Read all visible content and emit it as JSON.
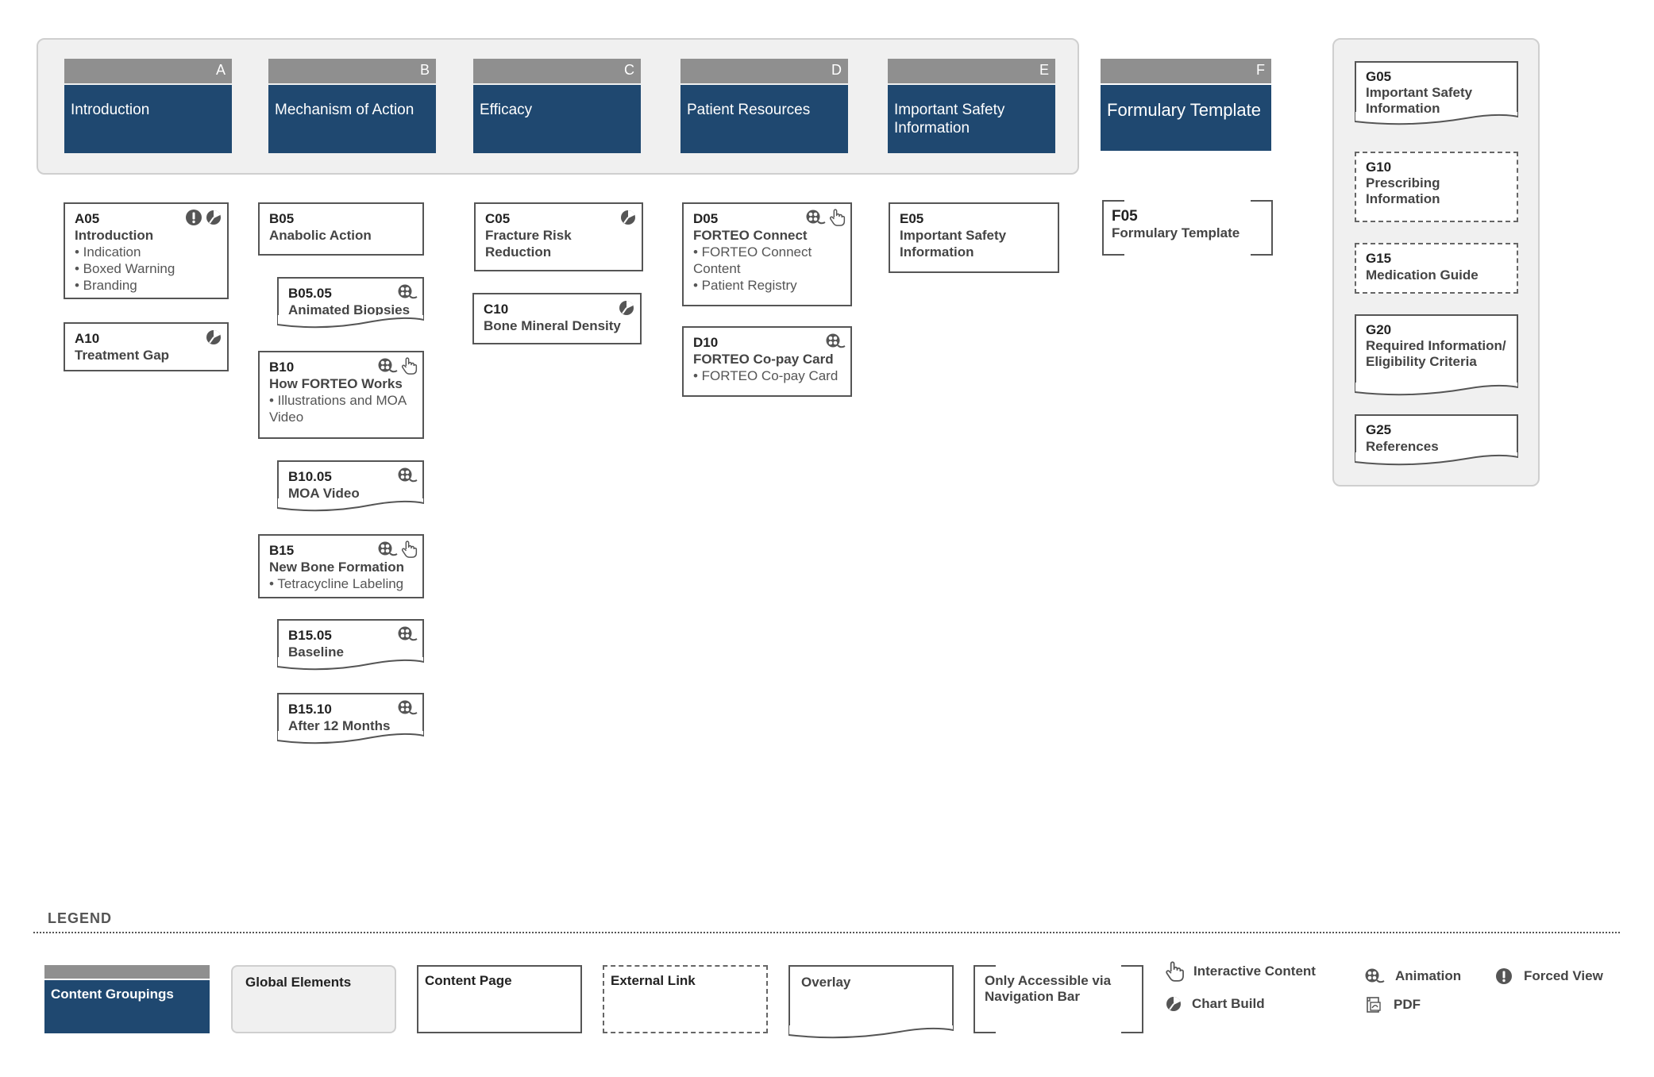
{
  "groups": [
    {
      "letter": "A",
      "title": "Introduction"
    },
    {
      "letter": "B",
      "title": "Mechanism of Action"
    },
    {
      "letter": "C",
      "title": "Efficacy"
    },
    {
      "letter": "D",
      "title": "Patient Resources"
    },
    {
      "letter": "E",
      "title": "Important Safety Information"
    },
    {
      "letter": "F",
      "title": "Formulary Template"
    }
  ],
  "pages": {
    "a05": {
      "code": "A05",
      "title": "Introduction",
      "bullets": [
        "• Indication",
        "• Boxed Warning",
        "• Branding"
      ]
    },
    "a10": {
      "code": "A10",
      "title": "Treatment Gap"
    },
    "b05": {
      "code": "B05",
      "title": "Anabolic Action"
    },
    "b0505": {
      "code": "B05.05",
      "title": "Animated Biopsies"
    },
    "b10": {
      "code": "B10",
      "title": "How FORTEO Works",
      "bullets": [
        "• Illustrations and MOA Video"
      ]
    },
    "b1005": {
      "code": "B10.05",
      "title": "MOA Video"
    },
    "b15": {
      "code": "B15",
      "title": "New Bone Formation",
      "bullets": [
        "• Tetracycline Labeling"
      ]
    },
    "b1505": {
      "code": "B15.05",
      "title": "Baseline"
    },
    "b1510": {
      "code": "B15.10",
      "title": "After 12 Months"
    },
    "c05": {
      "code": "C05",
      "title": "Fracture Risk Reduction"
    },
    "c10": {
      "code": "C10",
      "title": "Bone Mineral Density"
    },
    "d05": {
      "code": "D05",
      "title": "FORTEO Connect",
      "bullets": [
        "• FORTEO Connect Content",
        "• Patient Registry"
      ]
    },
    "d10": {
      "code": "D10",
      "title": "FORTEO Co-pay Card",
      "bullets": [
        "• FORTEO Co-pay Card"
      ]
    },
    "e05": {
      "code": "E05",
      "title": "Important Safety Information"
    },
    "f05": {
      "code": "F05",
      "title": "Formulary Template"
    }
  },
  "global": {
    "g05": {
      "code": "G05",
      "title": "Important Safety Information"
    },
    "g10": {
      "code": "G10",
      "title": "Prescribing Information"
    },
    "g15": {
      "code": "G15",
      "title": "Medication Guide"
    },
    "g20": {
      "code": "G20",
      "title": "Required Information/ Eligibility Criteria"
    },
    "g25": {
      "code": "G25",
      "title": "References"
    }
  },
  "legend": {
    "title": "LEGEND",
    "content_groupings": "Content Groupings",
    "global_elements": "Global Elements",
    "content_page": "Content Page",
    "external_link": "External Link",
    "overlay": "Overlay",
    "nav_only": "Only Accessible via Navigation Bar",
    "interactive": "Interactive Content",
    "chart_build": "Chart Build",
    "animation": "Animation",
    "pdf": "PDF",
    "forced_view": "Forced View"
  },
  "colors": {
    "group_header": "#8f8f8f",
    "group_title": "#1f4870",
    "panel": "#f0f0f0"
  }
}
